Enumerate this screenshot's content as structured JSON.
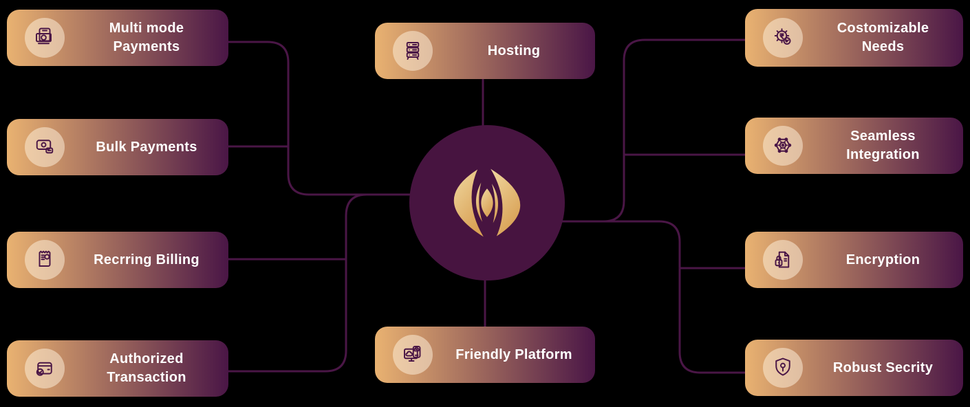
{
  "canvas": {
    "background": "#000000"
  },
  "colors": {
    "canvas_bg": "#000000",
    "card_gradient_start": "#E9B271",
    "card_gradient_end": "#4A1646",
    "connector": "#4A1646",
    "hub_fill": "#471440",
    "icon_stroke": "#4A1646",
    "icon_circle_bg": "rgba(255,244,224,0.5)",
    "label_color": "#FFFFFF",
    "logo_gold_light": "#F0D8A0",
    "logo_gold_dark": "#D9A155"
  },
  "hub": {
    "logo": "brand-swirl-flame-logo"
  },
  "cards": [
    {
      "id": "multi-mode-payments",
      "label": "Multi mode Payments",
      "icon": "cash-and-phone-icon",
      "side": "left"
    },
    {
      "id": "bulk-payments",
      "label": "Bulk Payments",
      "icon": "banknotes-stack-icon",
      "side": "left"
    },
    {
      "id": "recrring-billing",
      "label": "Recrring Billing",
      "icon": "receipt-invoice-icon",
      "side": "left"
    },
    {
      "id": "authorized-transaction",
      "label": "Authorized Transaction",
      "icon": "wallet-check-icon",
      "side": "left"
    },
    {
      "id": "hosting",
      "label": "Hosting",
      "icon": "server-stack-icon",
      "side": "top"
    },
    {
      "id": "friendly-platform",
      "label": "Friendly Platform",
      "icon": "devices-cloud-icon",
      "side": "bottom"
    },
    {
      "id": "costomizable-needs",
      "label": "Costomizable Needs",
      "icon": "gear-rupee-check-icon",
      "side": "right"
    },
    {
      "id": "seamless-integration",
      "label": "Seamless Integration",
      "icon": "hexagon-gear-nodes-icon",
      "side": "right"
    },
    {
      "id": "encryption",
      "label": "Encryption",
      "icon": "document-lock-icon",
      "side": "right"
    },
    {
      "id": "robust-secrity",
      "label": "Robust Secrity",
      "icon": "shield-keyhole-icon",
      "side": "right"
    }
  ]
}
